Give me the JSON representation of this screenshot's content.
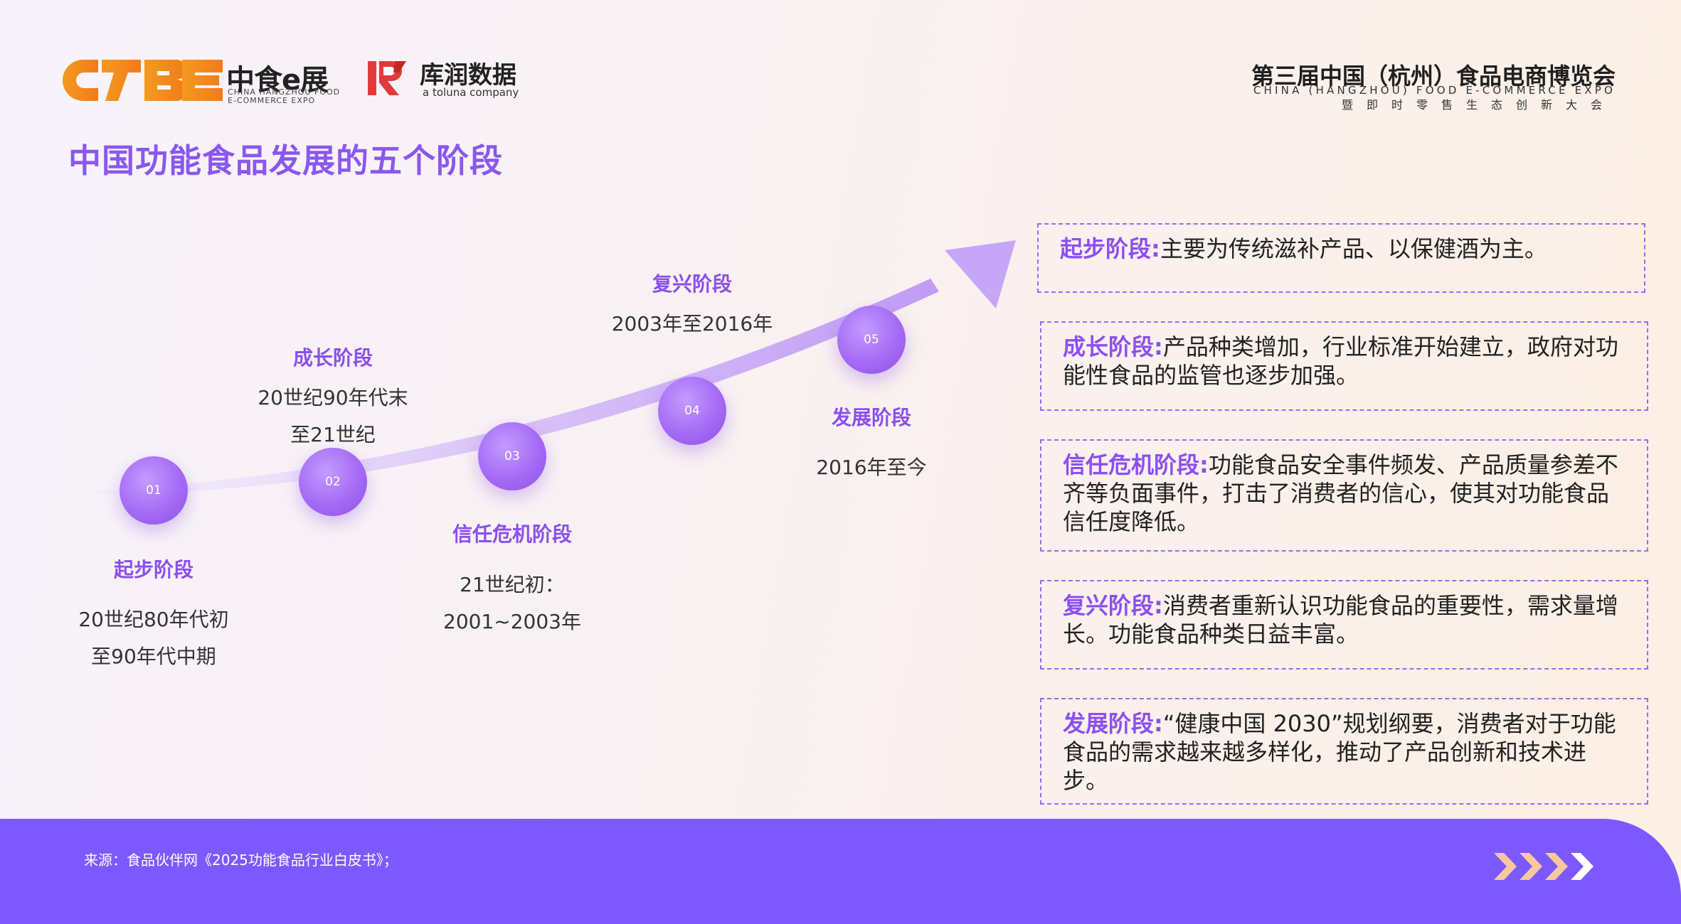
{
  "header": {
    "logo_left": {
      "title": "中食e展",
      "subtitle": "CHINA HANGZHOU FOOD E-COMMERCE EXPO"
    },
    "logo_kuron": {
      "title": "库润数据",
      "subtitle": "a toluna company"
    },
    "expo": {
      "title": "第三届中国（杭州）食品电商博览会",
      "subtitle_en": "CHINA (HANGZHOU) FOOD E-COMMERCE EXPO",
      "subtitle_cn": "暨即时零售生态创新大会"
    }
  },
  "page_title": "中国功能食品发展的五个阶段",
  "timeline": [
    {
      "num": "01",
      "name": "起步阶段",
      "period_1": "20世纪80年代初",
      "period_2": "至90年代中期"
    },
    {
      "num": "02",
      "name": "成长阶段",
      "period_1": "20世纪90年代末",
      "period_2": "至21世纪"
    },
    {
      "num": "03",
      "name": "信任危机阶段",
      "period_1": "21世纪初：",
      "period_2": "2001~2003年"
    },
    {
      "num": "04",
      "name": "复兴阶段",
      "period_1": "2003年至2016年"
    },
    {
      "num": "05",
      "name": "发展阶段",
      "period_1": "2016年至今"
    }
  ],
  "descriptions": [
    {
      "label": "起步阶段:",
      "text": "主要为传统滋补产品、以保健酒为主。"
    },
    {
      "label": "成长阶段:",
      "text": "产品种类增加，行业标准开始建立，政府对功能性食品的监管也逐步加强。"
    },
    {
      "label": "信任危机阶段:",
      "text": "功能食品安全事件频发、产品质量参差不齐等负面事件，打击了消费者的信心，使其对功能食品信任度降低。"
    },
    {
      "label": "复兴阶段:",
      "text": "消费者重新认识功能食品的重要性，需求量增长。功能食品种类日益丰富。"
    },
    {
      "label": "发展阶段:",
      "text": "“健康中国 2030”规划纲要，消费者对于功能食品的需求越来越多样化，推动了产品创新和技术进步。"
    }
  ],
  "footer": {
    "source": "来源：食品伙伴网《2025功能食品行业白皮书》；"
  },
  "colors": {
    "accent": "#8b4ff0",
    "footer": "#7b59ff",
    "chevron": "#f6c8a0"
  }
}
